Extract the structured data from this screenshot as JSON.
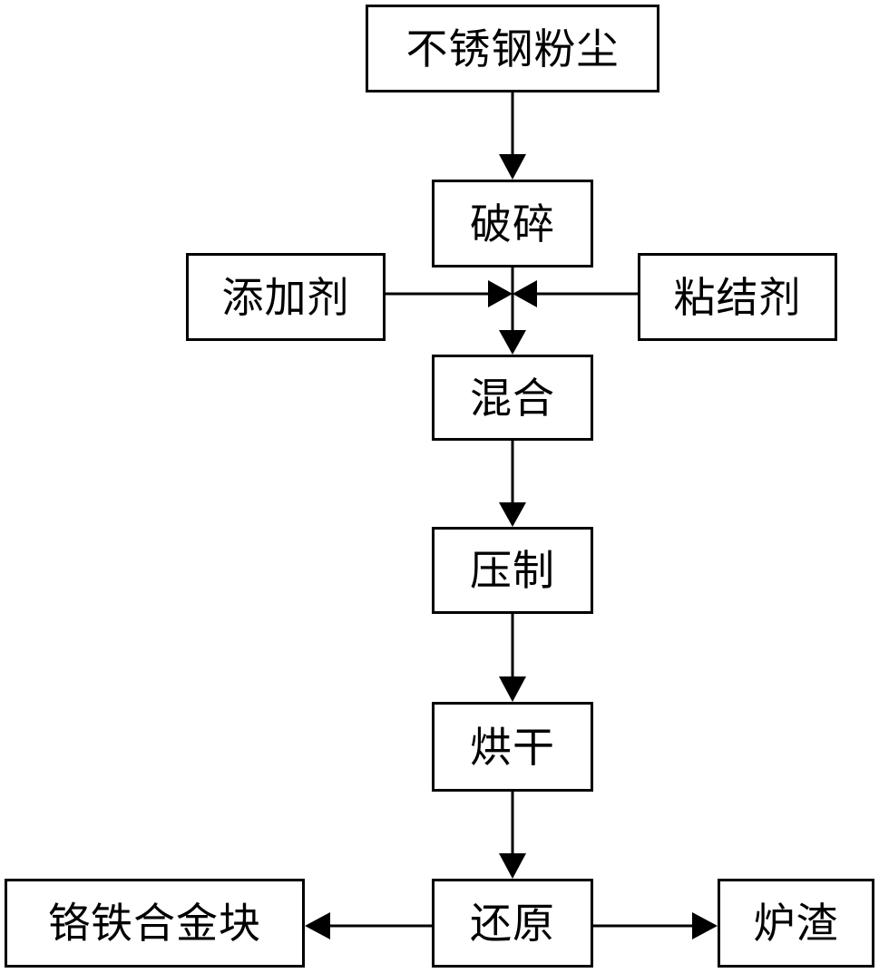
{
  "nodes": {
    "stainless_dust": "不锈钢粉尘",
    "crushing": "破碎",
    "additive": "添加剂",
    "binder": "粘结剂",
    "mixing": "混合",
    "pressing": "压制",
    "drying": "烘干",
    "reduction": "还原",
    "ferrochrome_block": "铬铁合金块",
    "slag": "炉渣"
  }
}
